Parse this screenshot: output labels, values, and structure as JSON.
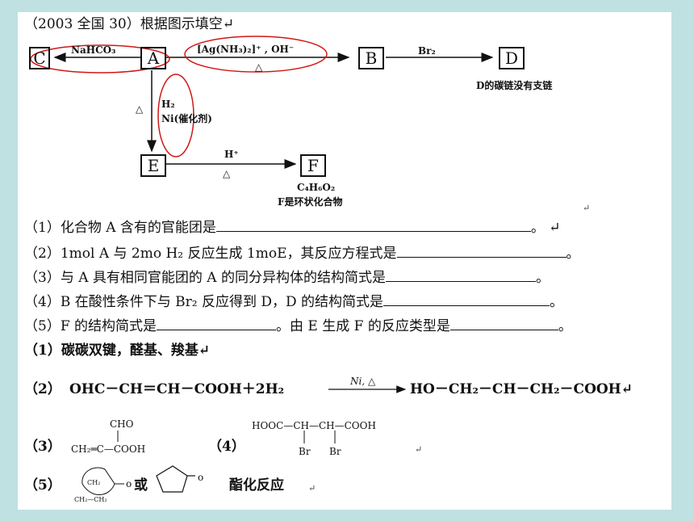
{
  "header": "（2003 全国 30）根据图示填空↵",
  "scheme": {
    "boxes": {
      "A": "A",
      "B": "B",
      "C": "C",
      "D": "D",
      "E": "E",
      "F": "F"
    },
    "reagent_ac": "NaHCO₃",
    "reagent_ab": "[Ag(NH₃)₂]⁺ , OH⁻",
    "heat": "△",
    "reagent_bd": "Br₂",
    "d_note": "D的碳链没有支链",
    "ae_h2": "H₂",
    "ae_ni": "Ni(催化剂)",
    "ef_h": "H⁺",
    "f_formula": "C₄H₆O₂",
    "f_note": "F是环状化合物",
    "return_mark": "↵"
  },
  "questions": {
    "q1": "（1）化合物 A 含有的官能团是",
    "q1_end": "。 ↵",
    "q2": "（2）1mol A 与 2mo H₂ 反应生成 1moE，其反应方程式是",
    "q2_end": "。",
    "q3": "（3）与 A 具有相同官能团的 A 的同分异构体的结构简式是",
    "q3_end": "。",
    "q4": "（4）B 在酸性条件下与 Br₂ 反应得到 D，D 的结构简式是",
    "q4_end": "。",
    "q5a": "（5）F 的结构简式是",
    "q5b": "。由 E 生成 F 的反应类型是",
    "q5_end": "。"
  },
  "answers": {
    "a1": "（1）碳碳双键，醛基、羧基↵",
    "a2_label": "（2）",
    "a2_left": "OHC－CH＝CH－COOH＋2H₂",
    "a2_cond": "Ni, △",
    "a2_right": "HO－CH₂－CH－CH₂－COOH↵",
    "a3_label": "（3）",
    "a3_cho": "CHO",
    "a3_main": "CH₂═C—COOH",
    "a4_label": "（4）",
    "a4_main": "HOOC—CH—CH—COOH",
    "a4_br1": "Br",
    "a4_br2": "Br",
    "a4_mark": "↵",
    "a5_label": "（5）",
    "a5_ring_ch2": "CH₂",
    "a5_ring_bottom": "CH₂—CH₂",
    "a5_o": "o",
    "a5_or": "或",
    "a5_type": "酯化反应",
    "a5_mark": "↵"
  }
}
